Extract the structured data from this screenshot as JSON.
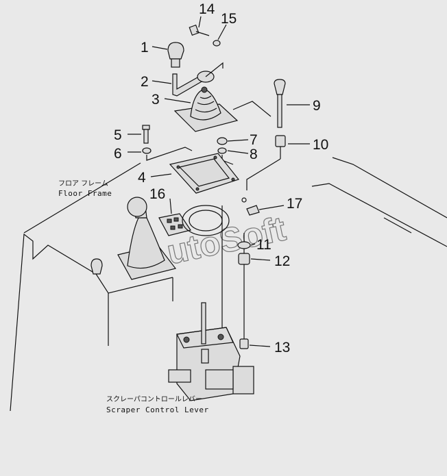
{
  "diagram": {
    "watermark": "AutoSoft",
    "frame_label": {
      "jp": "フロア フレーム",
      "en": "Floor Frame"
    },
    "lever_label": {
      "jp": "スクレーパコントロールレバー",
      "en": "Scraper Control Lever"
    },
    "callouts": [
      "1",
      "2",
      "3",
      "4",
      "5",
      "6",
      "7",
      "8",
      "9",
      "10",
      "11",
      "12",
      "13",
      "14",
      "15",
      "16",
      "17"
    ]
  }
}
